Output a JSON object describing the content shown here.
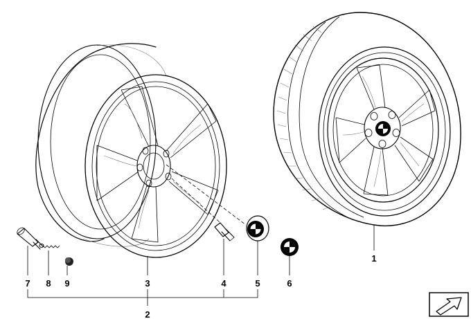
{
  "callouts": [
    {
      "id": "label-1",
      "text": "1"
    },
    {
      "id": "label-2",
      "text": "2"
    },
    {
      "id": "label-3",
      "text": "3"
    },
    {
      "id": "label-4",
      "text": "4"
    },
    {
      "id": "label-5",
      "text": "5"
    },
    {
      "id": "label-6",
      "text": "6"
    },
    {
      "id": "label-7",
      "text": "7"
    },
    {
      "id": "label-8",
      "text": "8"
    },
    {
      "id": "label-9",
      "text": "9"
    }
  ],
  "icons": {
    "navigation": "next-page-arrow-icon"
  },
  "colors": {
    "line": "#000000",
    "background": "#ffffff"
  }
}
